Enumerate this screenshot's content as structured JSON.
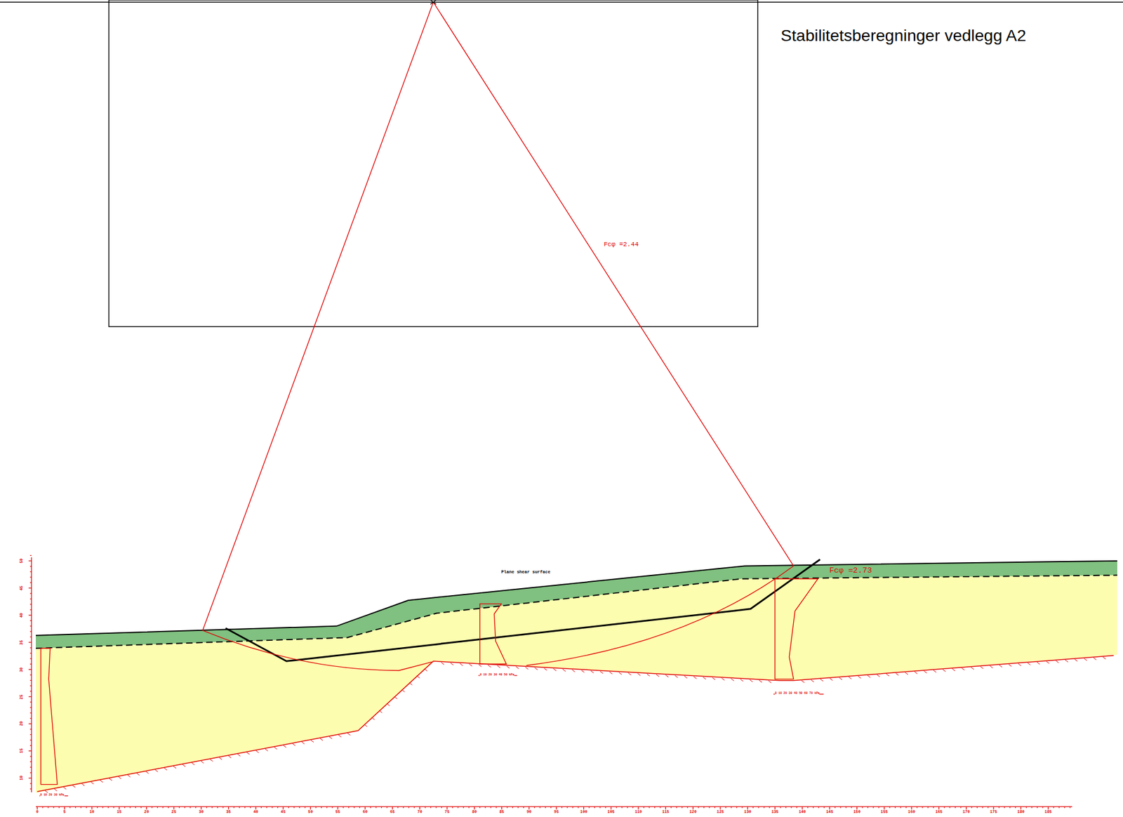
{
  "diagram": {
    "title": "Stabilitetsberegninger vedlegg A2",
    "labels": [
      "Fcφ =2.44",
      "Plane shear surface",
      "Fcφ =2.73",
      "0 10 20 30 kPa",
      "0 10 20 30 40 50 kPa",
      "0 10 20 30 40 50 60 70 kPa",
      "10",
      "15",
      "20",
      "25",
      "30",
      "35",
      "40",
      "45",
      "50",
      "0",
      "5",
      "10",
      "15",
      "20",
      "25",
      "30",
      "35",
      "40",
      "45",
      "50",
      "55",
      "60",
      "65",
      "70",
      "75",
      "80",
      "85",
      "90",
      "95",
      "100",
      "105",
      "110",
      "115",
      "120",
      "125",
      "130",
      "135",
      "140",
      "145",
      "150",
      "155",
      "160",
      "165",
      "170",
      "175",
      "180",
      "185"
    ]
  }
}
